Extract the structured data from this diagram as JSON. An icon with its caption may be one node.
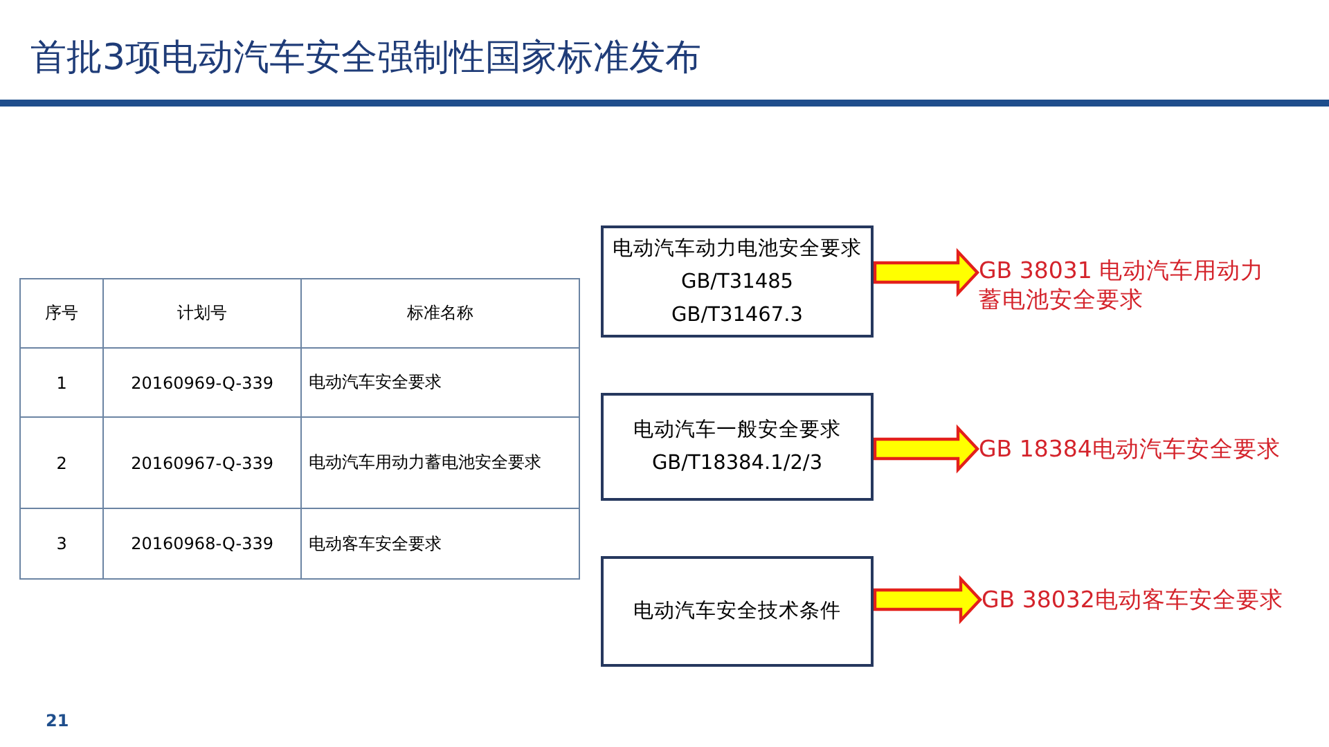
{
  "diagram": {
    "title": "首批3项电动汽车安全强制性国家标准发布",
    "nodes": [
      {
        "text": [
          "电动汽车动力电池安全要求",
          "GB/T31485",
          "GB/T31467.3"
        ]
      },
      {
        "text": [
          "GB 38031 电动汽车用动力蓄电池安全要求"
        ]
      },
      {
        "text": [
          "电动汽车一般安全要求",
          "GB/T18384.1/2/3"
        ]
      },
      {
        "text": [
          "GB 18384电动汽车安全要求"
        ]
      },
      {
        "text": [
          "电动汽车安全技术条件"
        ]
      },
      {
        "text": [
          "GB 38032电动客车安全要求"
        ]
      }
    ],
    "edges": [
      {
        "from": 0,
        "to": 1,
        "arrow": "to"
      },
      {
        "from": 2,
        "to": 3,
        "arrow": "to"
      },
      {
        "from": 4,
        "to": 5,
        "arrow": "to"
      }
    ],
    "labels": [
      "序号",
      "计划号",
      "标准名称",
      "1",
      "20160969-Q-339",
      "电动汽车安全要求",
      "2",
      "20160967-Q-339",
      "电动汽车用动力蓄电池安全要求",
      "3",
      "20160968-Q-339",
      "电动客车安全要求",
      "21"
    ]
  }
}
